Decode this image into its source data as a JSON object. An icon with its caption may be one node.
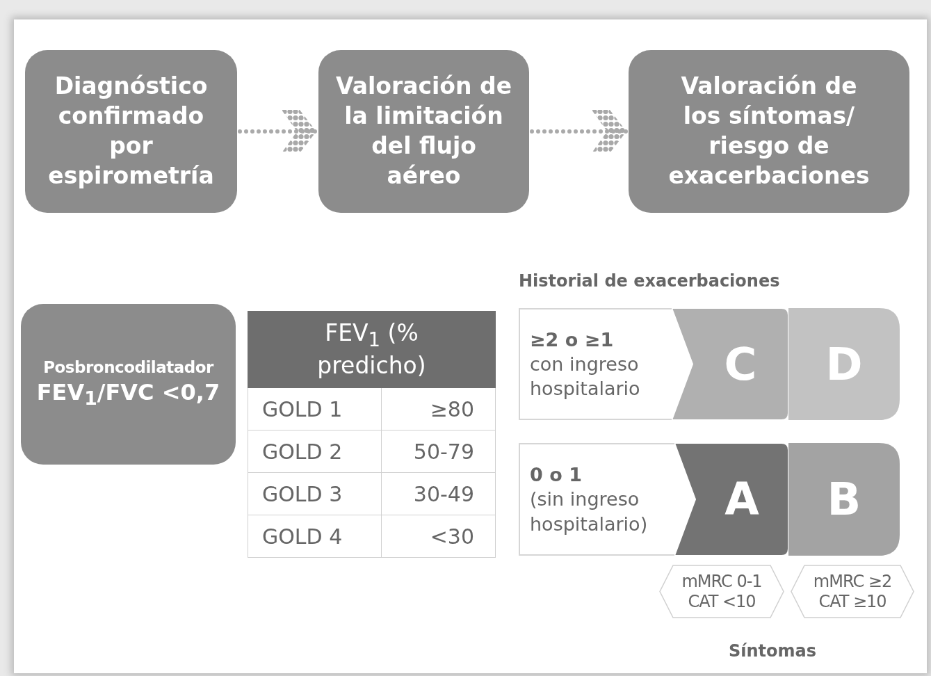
{
  "diagram": {
    "nodes": [
      {
        "text": [
          "Diagnóstico confirmado por espirometría"
        ]
      },
      {
        "text": [
          "Valoración de la limitación del flujo aéreo"
        ]
      },
      {
        "text": [
          "Valoración de los síntomas/ riesgo de exacerbaciones"
        ]
      },
      {
        "text": [
          "Posbroncodilatador",
          "FEV$_{1}$/FVC <0,7"
        ]
      },
      {
        "text": [
          "≥2 o ≥1",
          "con ingreso hospitalario"
        ]
      },
      {
        "text": [
          "C"
        ]
      },
      {
        "text": [
          "D"
        ]
      },
      {
        "text": [
          "0 o 1",
          "(sin ingreso hospitalario)"
        ]
      },
      {
        "text": [
          "A"
        ]
      },
      {
        "text": [
          "B"
        ]
      },
      {
        "text": [
          "mMRC 0-1 CAT <10"
        ]
      },
      {
        "text": [
          "mMRC ≥2 CAT ≥10"
        ]
      }
    ],
    "edges": [
      {
        "from": 0,
        "to": 1,
        "arrow": "to",
        "style": "dashed"
      },
      {
        "from": 1,
        "to": 2,
        "arrow": "to",
        "style": "dashed"
      }
    ],
    "labels": [
      "FEV$_{1}$ (% predicho)",
      "GOLD 1",
      "≥80",
      "GOLD 2",
      "50-79",
      "GOLD 3",
      "30-49",
      "GOLD 4",
      "<30",
      "Historial de exacerbaciones",
      "Síntomas"
    ]
  }
}
